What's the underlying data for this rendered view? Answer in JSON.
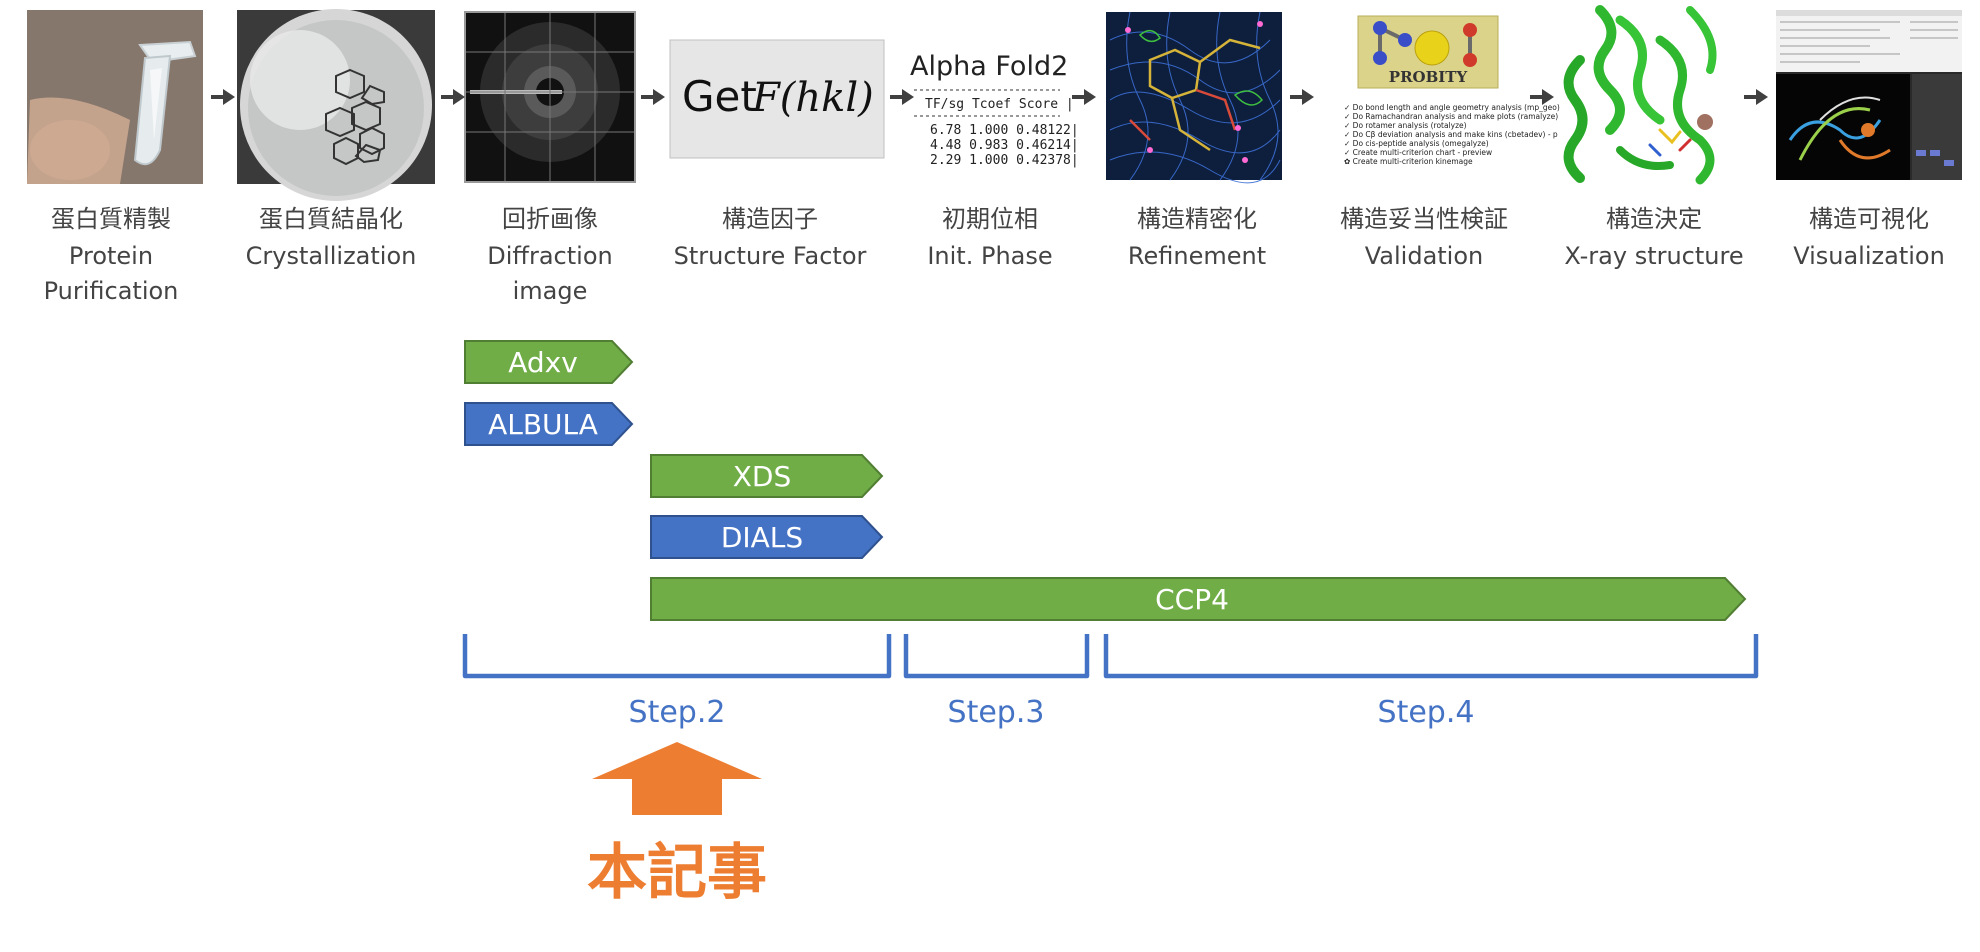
{
  "steps": [
    {
      "ja": "蛋白質精製",
      "en1": "Protein",
      "en2": "Purification"
    },
    {
      "ja": "蛋白質結晶化",
      "en1": "Crystallization",
      "en2": ""
    },
    {
      "ja": "回折画像",
      "en1": "Diffraction",
      "en2": "image"
    },
    {
      "ja": "構造因子",
      "en1": "Structure Factor",
      "en2": ""
    },
    {
      "ja": "初期位相",
      "en1": "Init. Phase",
      "en2": ""
    },
    {
      "ja": "構造精密化",
      "en1": "Refinement",
      "en2": ""
    },
    {
      "ja": "構造妥当性検証",
      "en1": "Validation",
      "en2": ""
    },
    {
      "ja": "構造決定",
      "en1": "X-ray structure",
      "en2": ""
    },
    {
      "ja": "構造可視化",
      "en1": "Visualization",
      "en2": ""
    }
  ],
  "structure_factor_card": {
    "get": "Get",
    "formula": "F(hkl)"
  },
  "alphafold": {
    "title": "Alpha Fold2",
    "header": "TF/sg  Tcoef  Score |",
    "rows": [
      "6.78  1.000 0.48122|",
      "4.48  0.983 0.46214|",
      "2.29  1.000 0.42378|"
    ]
  },
  "molprobity": {
    "logo": "PROBITY",
    "items": [
      "✓ Do bond length and angle geometry analysis (mp_geo)",
      "✓ Do Ramachandran analysis and make plots (ramalyze)",
      "✓ Do rotamer analysis (rotalyze)",
      "✓ Do Cβ deviation analysis and make kins (cbetadev) - p",
      "✓ Do cis-peptide analysis (omegalyze)",
      "✓ Create multi-criterion chart - preview",
      "✿ Create multi-criterion kinemage"
    ]
  },
  "tools": {
    "adxv": "Adxv",
    "albula": "ALBULA",
    "xds": "XDS",
    "dials": "DIALS",
    "ccp4": "CCP4"
  },
  "brackets": {
    "step2": "Step.2",
    "step3": "Step.3",
    "step4": "Step.4"
  },
  "highlight": {
    "label": "本記事"
  },
  "colors": {
    "green": "#70AD47",
    "green_stroke": "#507E32",
    "blue": "#4472C4",
    "blue_stroke": "#2F528F",
    "bracket": "#4472C4",
    "orange": "#ED7D31",
    "arrow": "#404040"
  }
}
